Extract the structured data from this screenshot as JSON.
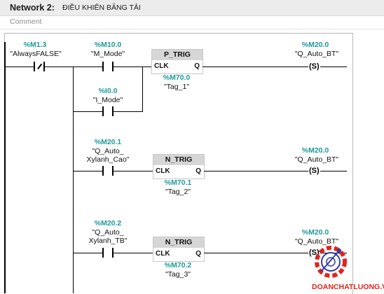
{
  "network": {
    "title": "Network 2:",
    "description": "ĐIỀU KHIỂN BĂNG TẢI",
    "comment": "Comment"
  },
  "contacts": {
    "always_false": {
      "address": "%M1.3",
      "symbol": "\"AlwaysFALSE\""
    },
    "m_mode": {
      "address": "%M10.0",
      "symbol": "\"M_Mode\""
    },
    "i_mode": {
      "address": "%I0.0",
      "symbol": "\"I_Mode\""
    },
    "q_auto_xylanh_cao": {
      "address": "%M20.1",
      "symbol_line1": "\"Q_Auto_",
      "symbol_line2": "Xylanh_Cao\""
    },
    "q_auto_xylanh_tb": {
      "address": "%M20.2",
      "symbol_line1": "\"Q_Auto_",
      "symbol_line2": "Xylanh_TB\""
    }
  },
  "blocks": [
    {
      "title": "P_TRIG",
      "in": "CLK",
      "out": "Q",
      "address": "%M70.0",
      "tag": "\"Tag_1\""
    },
    {
      "title": "N_TRIG",
      "in": "CLK",
      "out": "Q",
      "address": "%M70.1",
      "tag": "\"Tag_2\""
    },
    {
      "title": "N_TRIG",
      "in": "CLK",
      "out": "Q",
      "address": "%M70.2",
      "tag": "\"Tag_3\""
    }
  ],
  "coils": [
    {
      "address": "%M20.0",
      "symbol": "\"Q_Auto_BT\"",
      "label": "(S)"
    },
    {
      "address": "%M20.0",
      "symbol": "\"Q_Auto_BT\"",
      "label": "(S)"
    },
    {
      "address": "%M20.0",
      "symbol": "\"Q_Auto_BT\"",
      "label": "(S)"
    }
  ],
  "watermark": {
    "text": "DOANCHATLUONG.VN",
    "colors": {
      "red": "#e0241b",
      "blue": "#2f3fa8"
    }
  },
  "colors": {
    "address": "#1c9a9a"
  }
}
